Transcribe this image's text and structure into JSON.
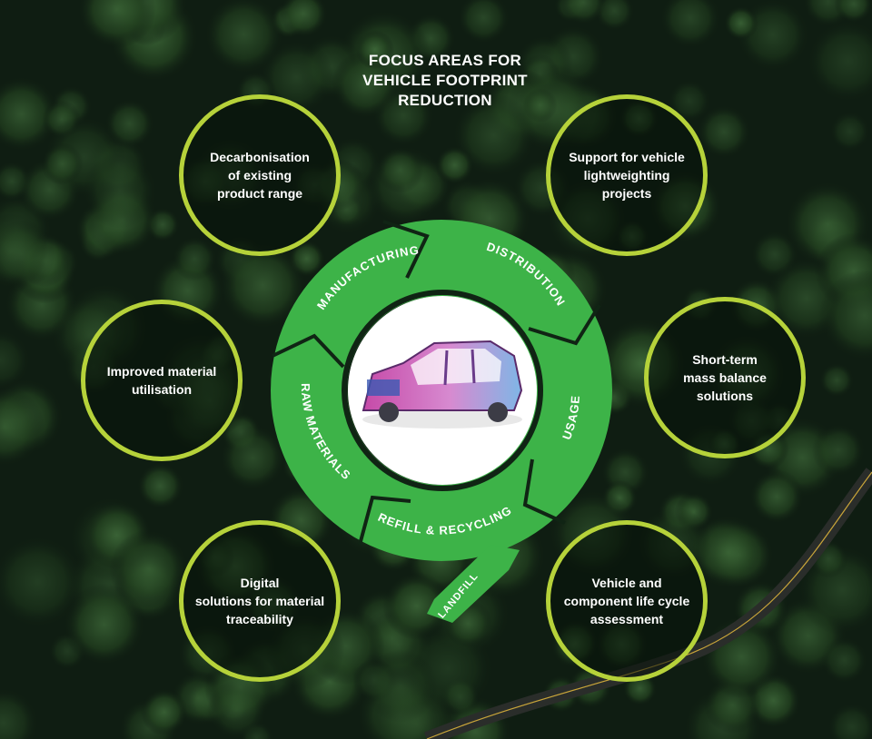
{
  "title": {
    "lines": [
      "FOCUS AREAS FOR",
      "VEHICLE FOOTPRINT",
      "REDUCTION"
    ]
  },
  "focus_areas": [
    {
      "lines": [
        "Decarbonisation",
        "of existing",
        "product range"
      ]
    },
    {
      "lines": [
        "Support for vehicle",
        "lightweighting",
        "projects"
      ]
    },
    {
      "lines": [
        "Improved material",
        "utilisation"
      ]
    },
    {
      "lines": [
        "Short-term",
        "mass balance",
        "solutions"
      ]
    },
    {
      "lines": [
        "Digital",
        "solutions for material",
        "traceability"
      ]
    },
    {
      "lines": [
        "Vehicle and",
        "component life cycle",
        "assessment"
      ]
    }
  ],
  "cycle_stages": {
    "manufacturing": "MANUFACTURING",
    "distribution": "DISTRIBUTION",
    "usage": "USAGE",
    "refill_recycling": "REFILL & RECYCLING",
    "raw_materials": "RAW MATERIALS",
    "landfill": "LANDFILL"
  },
  "colors": {
    "ring_green": "#3db348",
    "circle_outline": "#b6d23a",
    "text": "#ffffff"
  }
}
